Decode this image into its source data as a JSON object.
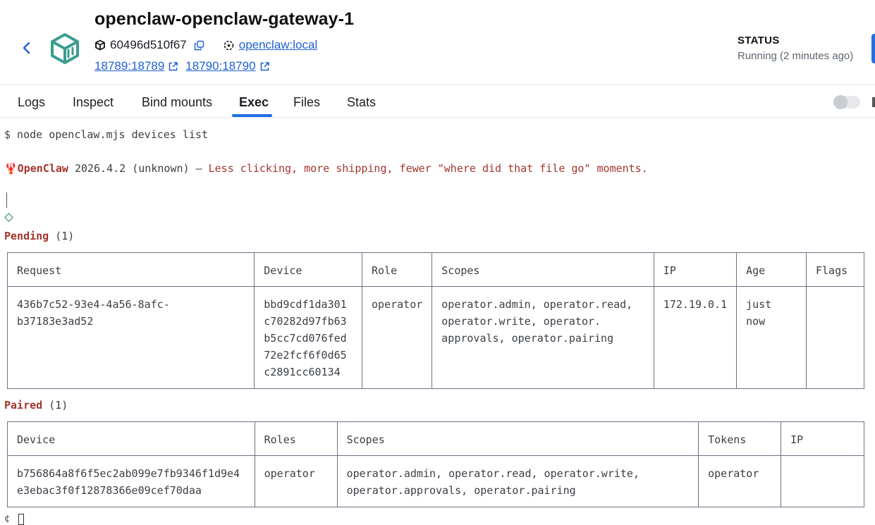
{
  "header": {
    "title": "openclaw-openclaw-gateway-1",
    "container_id": "60496d510f67",
    "image": "openclaw:local",
    "ports": [
      "18789:18789",
      "18790:18790"
    ],
    "status_label": "STATUS",
    "status_value": "Running (2 minutes ago)",
    "accent_color": "#1f6fe6"
  },
  "tabs": [
    {
      "label": "Logs"
    },
    {
      "label": "Inspect"
    },
    {
      "label": "Bind mounts"
    },
    {
      "label": "Exec",
      "active": true
    },
    {
      "label": "Files"
    },
    {
      "label": "Stats"
    }
  ],
  "terminal": {
    "command": "$ node openclaw.mjs devices list",
    "banner": {
      "brand": "🦞OpenClaw",
      "version": " 2026.4.2 (unknown) —",
      "tagline": " Less clicking, more shipping, fewer \"where did that file go\" moments."
    },
    "pending": {
      "title": "Pending",
      "count": " (1)",
      "columns": [
        "Request",
        "Device",
        "Role",
        "Scopes",
        "IP",
        "Age",
        "Flags"
      ],
      "rows": [
        [
          "436b7c52-93e4-4a56-8afc-b37183e3ad52",
          "bbd9cdf1da301c70282d97fb63b5cc7cd076fed72e2fcf6f0d65c2891cc60134",
          "operator",
          "operator.admin, operator.read, operator.write, operator. approvals, operator.pairing",
          "172.19.0.1",
          "just now",
          ""
        ]
      ]
    },
    "paired": {
      "title": "Paired",
      "count": " (1)",
      "columns": [
        "Device",
        "Roles",
        "Scopes",
        "Tokens",
        "IP"
      ],
      "rows": [
        [
          "b756864a8f6f5ec2ab099e7fb9346f1d9e4e3ebac3f0f12878366e09cef70daa",
          "operator",
          "operator.admin, operator.read, operator.write, operator.approvals, operator.pairing",
          "operator",
          ""
        ]
      ]
    },
    "prompt": "¢"
  }
}
